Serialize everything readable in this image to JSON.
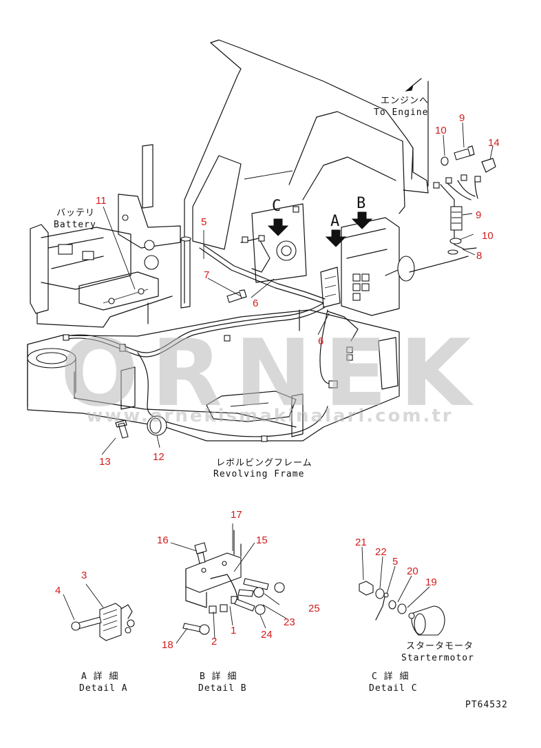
{
  "callouts": {
    "c1": "1",
    "c2": "2",
    "c3": "3",
    "c4": "4",
    "c5a": "5",
    "c5b": "5",
    "c6a": "6",
    "c6b": "6",
    "c7": "7",
    "c8": "8",
    "c9a": "9",
    "c9b": "9",
    "c10a": "10",
    "c10b": "10",
    "c11": "11",
    "c12": "12",
    "c13": "13",
    "c14": "14",
    "c15": "15",
    "c16": "16",
    "c17": "17",
    "c18": "18",
    "c19": "19",
    "c20": "20",
    "c21": "21",
    "c22": "22",
    "c23": "23",
    "c24": "24",
    "c25": "25"
  },
  "view_letters": {
    "a": "A",
    "b": "B",
    "c": "C"
  },
  "captions": {
    "engine_jp": "エンジンへ",
    "engine_en": "To Engine",
    "battery_jp": "バッテリ",
    "battery_en": "Battery",
    "frame_jp": "レボルビングフレーム",
    "frame_en": "Revolving Frame",
    "starter_jp": "スタータモータ",
    "starter_en": "Startermotor",
    "detail_a_jp": "A 詳 細",
    "detail_a_en": "Detail A",
    "detail_b_jp": "B 詳 細",
    "detail_b_en": "Detail B",
    "detail_c_jp": "C 詳 細",
    "detail_c_en": "Detail C",
    "drawing_no": "PT64532"
  },
  "watermark": {
    "brand": "ORNEK",
    "url": "www.ornekismakinalari.com.tr"
  },
  "colors": {
    "callout": "#d11a1a",
    "line": "#111111",
    "watermark": "#b9b9b9"
  }
}
